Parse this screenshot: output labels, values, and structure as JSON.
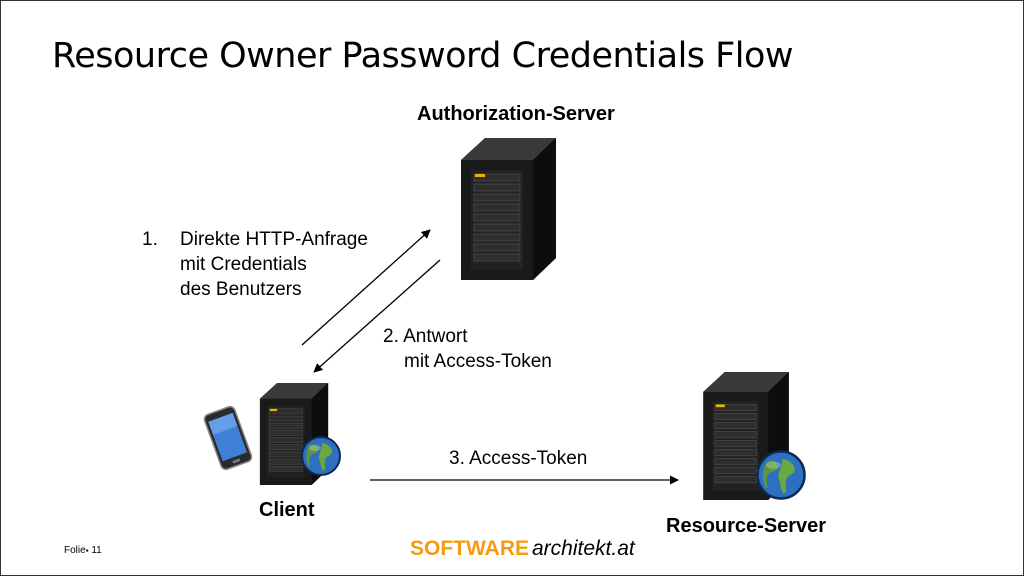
{
  "slide": {
    "title": "Resource Owner Password Credentials Flow",
    "footer_label": "Folie",
    "footer_number": "11",
    "brand_part1": "SOFTWARE",
    "brand_part2": "architekt.at",
    "brand_color": "#f39c12"
  },
  "nodes": {
    "authorization_server": "Authorization-Server",
    "client": "Client",
    "resource_server": "Resource-Server"
  },
  "steps": {
    "step1": {
      "number": "1.",
      "lines": [
        "Direkte HTTP-Anfrage",
        "mit Credentials",
        "des Benutzers"
      ]
    },
    "step2": {
      "lines": [
        "2. Antwort",
        "mit Access-Token"
      ]
    },
    "step3": {
      "label": "3. Access-Token"
    }
  },
  "icons": {
    "server": "server-rack-icon",
    "globe": "globe-icon",
    "phone": "smartphone-icon"
  }
}
